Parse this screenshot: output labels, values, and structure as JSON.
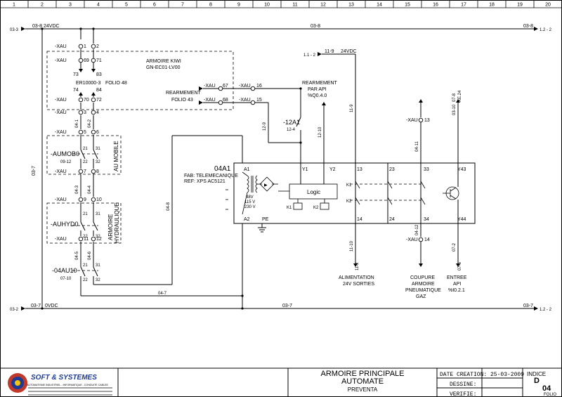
{
  "grid": {
    "columns": [
      "1",
      "2",
      "3",
      "4",
      "5",
      "6",
      "7",
      "8",
      "9",
      "10",
      "11",
      "12",
      "13",
      "14",
      "15",
      "16",
      "17",
      "18",
      "19",
      "20"
    ]
  },
  "rails": {
    "top": {
      "left_ref": "03-8",
      "left_arrow_ref": "03-3",
      "voltage": "24VDC",
      "mid_ref": "03-8",
      "right_ref": "03-8",
      "right_arrow_ref": "1.2 - 2"
    },
    "bottom": {
      "left_ref": "03-7",
      "left_arrow_ref": "03-2",
      "voltage": "0VDC",
      "mid_ref": "03-7",
      "right_ref": "03-7",
      "right_arrow_ref": "1.2 - 2"
    },
    "api_supply": {
      "arrow_ref": "1.1 - 2",
      "wire": "11-9",
      "voltage": "24VDC"
    }
  },
  "kiwi_box": {
    "title": "ARMOIRE KIWI",
    "ref": "GN-EC01-LV00"
  },
  "terminals": {
    "xau": "-XAU",
    "t1": "1",
    "t2": "2",
    "t69": "69",
    "t71": "71",
    "t73": "73",
    "t83": "83",
    "er_ref": "ER10000-3",
    "folio48": "FOLIO 48",
    "t74": "74",
    "t84": "84",
    "t70": "70",
    "t72": "72",
    "t3": "3",
    "t4": "4",
    "w042": "04-2",
    "w041": "04-1",
    "t5": "5",
    "t6": "6",
    "t7": "7",
    "t8": "8",
    "w043": "04-3",
    "w044": "04-4",
    "t9": "9",
    "t10": "10",
    "t11": "11",
    "t12": "12",
    "w045": "04-5",
    "w046": "04-6",
    "t67": "67",
    "t68": "68",
    "t16": "16",
    "t15": "15",
    "t13": "13",
    "t14": "14"
  },
  "devices": {
    "aumob": {
      "name": "-AUMOB0",
      "ref": "09-12",
      "c21": "21",
      "c22": "22",
      "c31": "31",
      "c32": "32",
      "label": "AU MOBILE"
    },
    "auhyd": {
      "name": "-AUHYD0",
      "ref": "",
      "c21": "21",
      "c22": "22",
      "c31": "31",
      "c32": "32",
      "label": "ARMOIRE HYDRAULIQUE"
    },
    "au04": {
      "name": "-04AU10",
      "ref": "07-10",
      "c21": "21",
      "c22": "22",
      "c31": "31",
      "c32": "32"
    },
    "k12a1": {
      "name": "-12A1",
      "ref": "12-4"
    }
  },
  "rearm": {
    "left_label": "REARMEMENT",
    "left_folio": "FOLIO 43",
    "api_label": "REARMEMENT",
    "api_sub": "PAR API",
    "api_addr": "%Q0.4.0"
  },
  "wires": {
    "w037": "03-7",
    "w048": "04-8",
    "w047": "04-7",
    "w129": "12-9",
    "w1210": "12-10",
    "w119": "11-9",
    "w1110": "11-10",
    "w112": "11-2",
    "w0411": "04-11",
    "w0412": "04-12",
    "w0310": "03-10",
    "w028": "07-8",
    "w027": "07-2",
    "w076": "07-6",
    "xe24": "XE.24"
  },
  "module": {
    "name": "04A1",
    "fab": "FAB: TELEMECANIQUE",
    "ref": "REF: XPS AC5121",
    "v1": "48V",
    "v2": "115 V",
    "v3": "230 V",
    "a1": "A1",
    "a2": "A2",
    "pe": "PE",
    "y1": "Y1",
    "y2": "Y2",
    "p13": "13",
    "p23": "23",
    "p33": "33",
    "y43": "Y43",
    "p14": "14",
    "p24": "24",
    "p34": "34",
    "y44": "Y44",
    "logic": "Logic",
    "k1": "K1",
    "k2": "K2",
    "k1r": "K1",
    "k2r": "K2"
  },
  "outputs": {
    "alim1": "ALIMENTATION",
    "alim2": "24V SORTIES",
    "coup1": "COUPURE",
    "coup2": "ARMOIRE",
    "coup3": "PNEUMATIQUE",
    "coup4": "GAZ",
    "api1": "ENTREE",
    "api2": "API",
    "api3": "%I0.2.1"
  },
  "titleblock": {
    "company": "SOFT & SYSTEMES",
    "tagline": "AUTOMATISME INDUSTRIEL - INFORMATIQUE - CONDUITE CABLEE",
    "title1": "ARMOIRE PRINCIPALE",
    "title2": "AUTOMATE",
    "title3": "PREVENTA",
    "date_label": "DATE CREATION:",
    "date_value": "25-03-2009",
    "drawn_label": "DESSINE:",
    "check_label": "VERIFIE:",
    "index_label": "INDICE",
    "index_value": "D",
    "folio_value": "04",
    "folio_label": "FOLIO"
  },
  "colors": {
    "ink": "#000000",
    "paper": "#ffffff",
    "logo_red": "#c0392b",
    "logo_blue": "#1f3a93"
  }
}
